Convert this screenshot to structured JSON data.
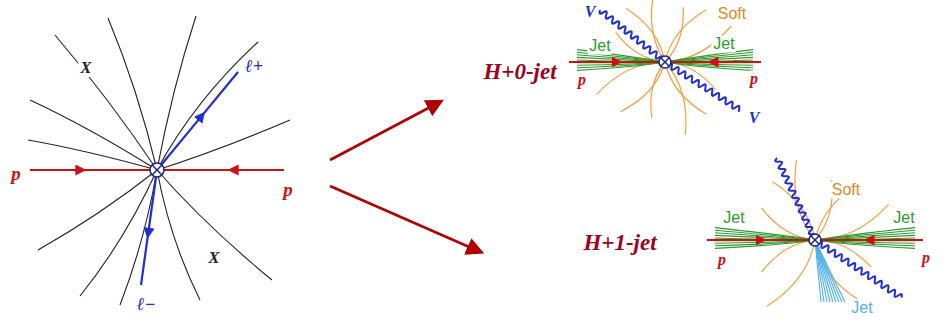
{
  "diagram": {
    "labels": [
      "p",
      "p",
      "X",
      "X",
      "ℓ+",
      "ℓ−",
      "H+0-jet",
      "V",
      "Soft",
      "Jet",
      "Jet",
      "p",
      "p",
      "V",
      "H+1-jet",
      "Soft",
      "Jet",
      "Jet",
      "p",
      "p",
      "Jet"
    ]
  }
}
